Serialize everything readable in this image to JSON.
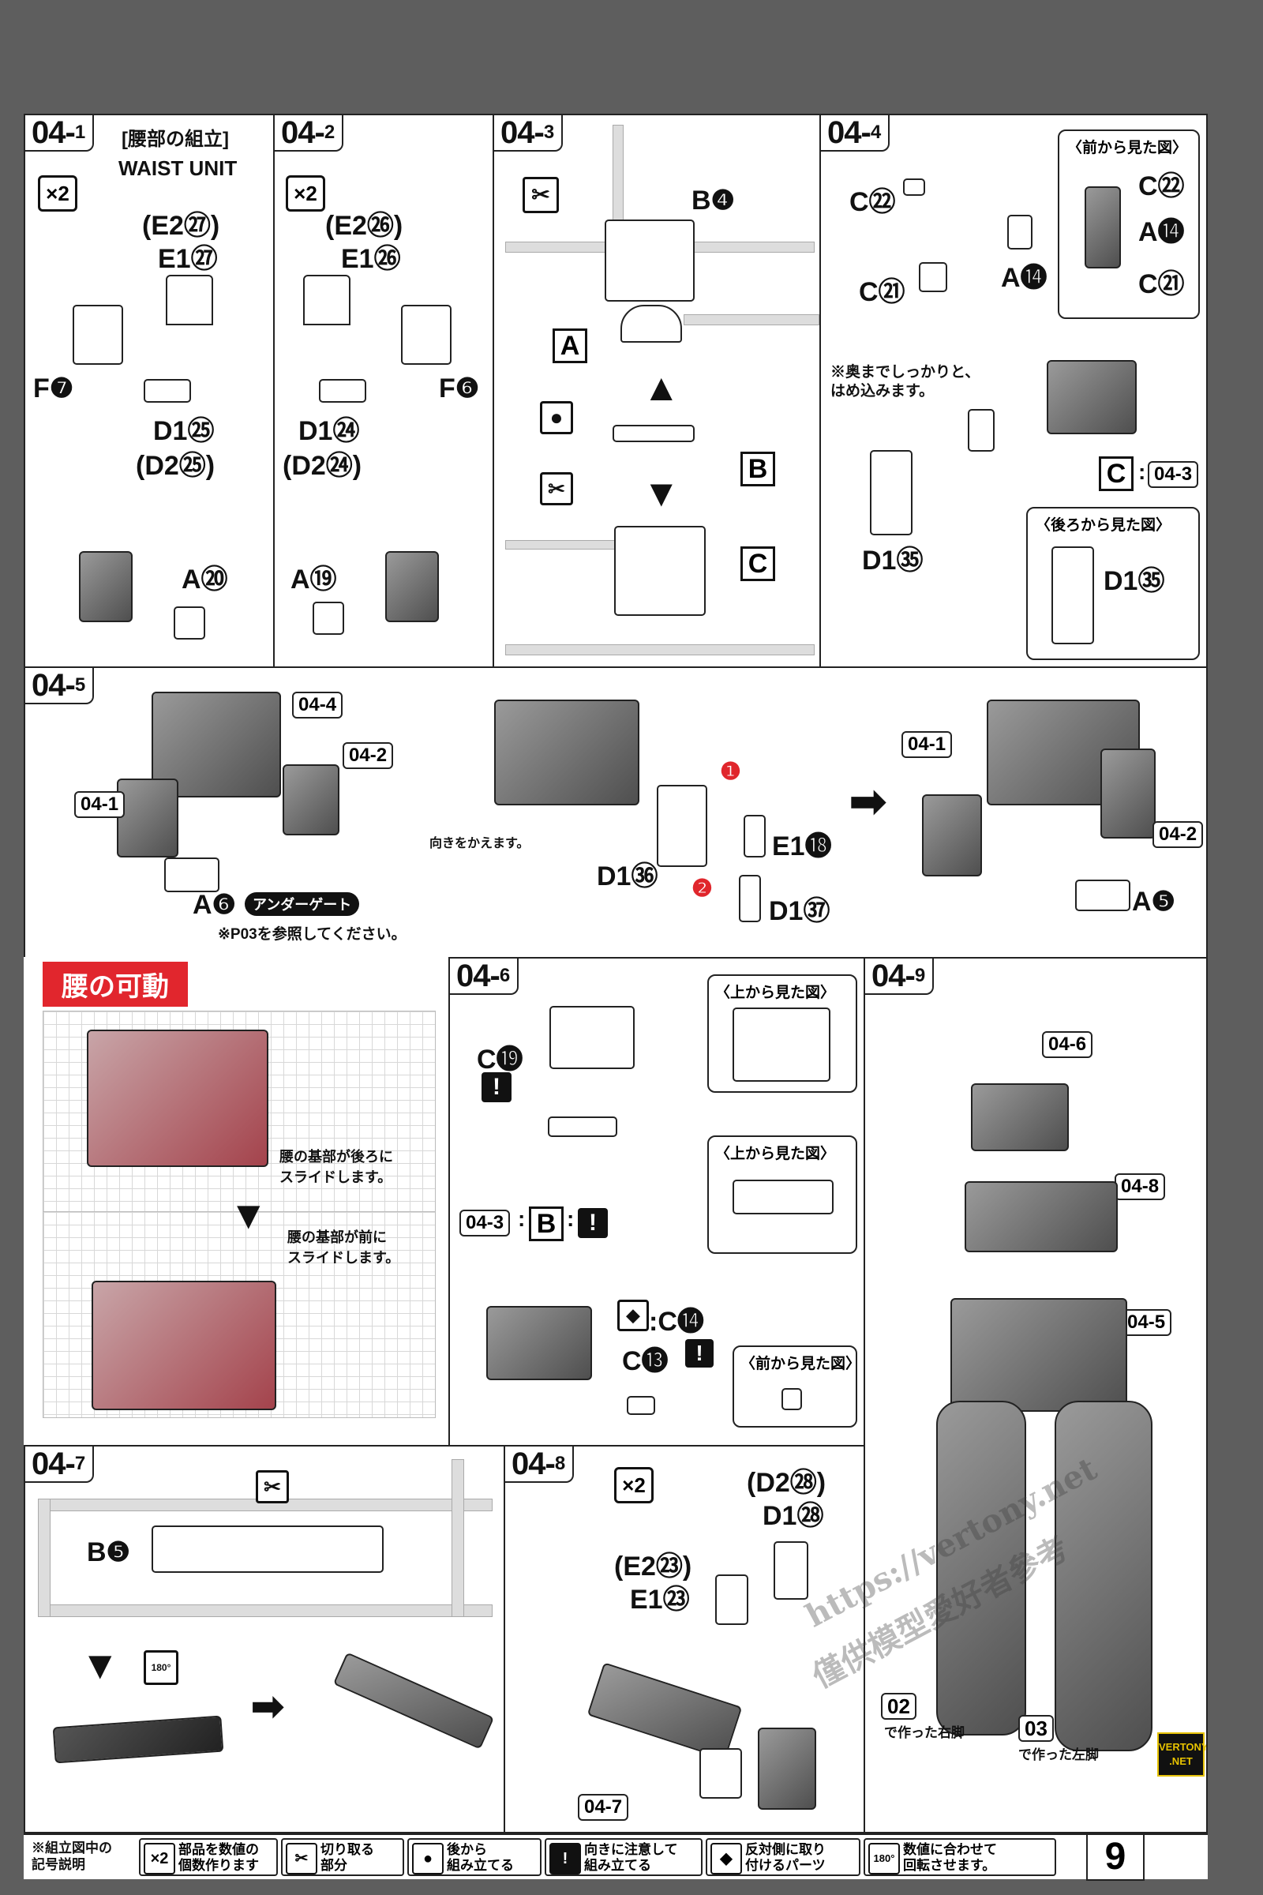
{
  "s041": {
    "step": "04-",
    "sub": "1",
    "title_jp": "[腰部の組立]",
    "title_en": "WAIST UNIT",
    "x2": "×2",
    "e2": "(E2㉗)",
    "e1": "E1㉗",
    "f": "F❼",
    "d1": "D1㉕",
    "d2": "(D2㉕)",
    "a": "A⑳"
  },
  "s042": {
    "step": "04-",
    "sub": "2",
    "x2": "×2",
    "e2": "(E2㉖)",
    "e1": "E1㉖",
    "f": "F❻",
    "d1": "D1㉔",
    "d2": "(D2㉔)",
    "a": "A⑲"
  },
  "s043": {
    "step": "04-",
    "sub": "3",
    "b": "B❹",
    "A": "A",
    "B": "B",
    "C": "C"
  },
  "s044": {
    "step": "04-",
    "sub": "4",
    "front_view": "〈前から見た図〉",
    "c22": "C㉒",
    "c21": "C㉑",
    "a14": "A⓮",
    "note": "※奥までしっかりと、\nはめ込みます。",
    "C": "C",
    "ref": "04-3",
    "back_view": "〈後ろから見た図〉",
    "d135": "D1㉟"
  },
  "s045": {
    "step": "04-",
    "sub": "5",
    "r1": "04-1",
    "r2": "04-2",
    "r4": "04-4",
    "a6": "A❻",
    "undergate": "アンダーゲート",
    "p03": "※P03を参照してください。",
    "turn": "向きをかえます。",
    "d136": "D1㊱",
    "e118": "E1⓲",
    "d137": "D1㊲",
    "a5": "A❺"
  },
  "waist": {
    "title": "腰の可動",
    "slide_back": "腰の基部が後ろに\nスライドします。",
    "slide_front": "腰の基部が前に\nスライドします。"
  },
  "s046": {
    "step": "04-",
    "sub": "6",
    "c19": "C⓳",
    "top_view1": "〈上から見た図〉",
    "top_view2": "〈上から見た図〉",
    "ref": "04-3",
    "B": "B",
    "c14": ":C⓮",
    "c13": "C⓭",
    "front_view": "〈前から見た図〉"
  },
  "s049": {
    "step": "04-",
    "sub": "9",
    "r6": "04-6",
    "r8": "04-8",
    "r5": "04-5",
    "n02": "02",
    "right": "で作った右脚",
    "n03": "03",
    "left": "で作った左脚"
  },
  "s047": {
    "step": "04-",
    "sub": "7",
    "b5": "B❺"
  },
  "s048": {
    "step": "04-",
    "sub": "8",
    "x2": "×2",
    "d228": "(D2㉘)",
    "d128": "D1㉘",
    "e223": "(E2㉓)",
    "e123": "E1㉓",
    "ref": "04-7"
  },
  "legend": {
    "head": "※組立図中の\n記号説明",
    "items": [
      {
        "icon": "×2",
        "text": "部品を数値の\n個数作ります"
      },
      {
        "icon": "✂",
        "text": "切り取る\n部分"
      },
      {
        "icon": "●",
        "text": "後から\n組み立てる"
      },
      {
        "icon": "!",
        "text": "向きに注意して\n組み立てる"
      },
      {
        "icon": "◆",
        "text": "反対側に取り\n付けるパーツ"
      },
      {
        "icon": "180°",
        "text": "数値に合わせて\n回転させます。"
      }
    ],
    "page": "9"
  },
  "watermark": {
    "line1": "https://vertony.net",
    "line2": "僅供模型愛好者參考",
    "logo1": "VERTONY",
    "logo2": ".NET"
  }
}
